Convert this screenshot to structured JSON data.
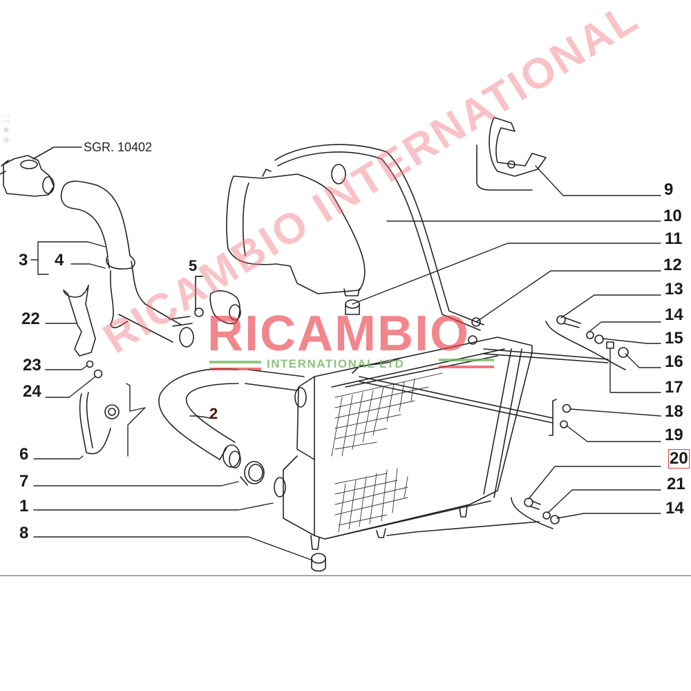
{
  "viewer_tools": [
    {
      "name": "fit-icon",
      "glyph": "⛶"
    },
    {
      "name": "zoom-in-icon",
      "glyph": "⊕"
    },
    {
      "name": "zoom-out-icon",
      "glyph": "⊖"
    }
  ],
  "reference": {
    "text": "SGR. 10402"
  },
  "highlight_color": "#e03a3a",
  "left_labels": [
    {
      "id": "3",
      "text": "3"
    },
    {
      "id": "4",
      "text": "4"
    },
    {
      "id": "22",
      "text": "22"
    },
    {
      "id": "23",
      "text": "23"
    },
    {
      "id": "24",
      "text": "24"
    },
    {
      "id": "6",
      "text": "6"
    },
    {
      "id": "7",
      "text": "7"
    },
    {
      "id": "1",
      "text": "1"
    },
    {
      "id": "8",
      "text": "8"
    }
  ],
  "inline_labels": [
    {
      "id": "5",
      "text": "5"
    },
    {
      "id": "2",
      "text": "2"
    }
  ],
  "right_labels": [
    {
      "id": "9",
      "text": "9"
    },
    {
      "id": "10",
      "text": "10"
    },
    {
      "id": "11",
      "text": "11"
    },
    {
      "id": "12",
      "text": "12"
    },
    {
      "id": "13",
      "text": "13"
    },
    {
      "id": "14a",
      "text": "14"
    },
    {
      "id": "15",
      "text": "15"
    },
    {
      "id": "16",
      "text": "16"
    },
    {
      "id": "17",
      "text": "17"
    },
    {
      "id": "18",
      "text": "18"
    },
    {
      "id": "19",
      "text": "19"
    },
    {
      "id": "20",
      "text": "20",
      "highlighted": true
    },
    {
      "id": "21",
      "text": "21"
    },
    {
      "id": "14b",
      "text": "14"
    }
  ],
  "watermark": {
    "main": "RICAMBIO",
    "sub": "INTERNATIONAL LTD",
    "diagonal": "RICAMBIO INTERNATIONAL",
    "red": "#e83c46",
    "green": "#6eb45a"
  }
}
